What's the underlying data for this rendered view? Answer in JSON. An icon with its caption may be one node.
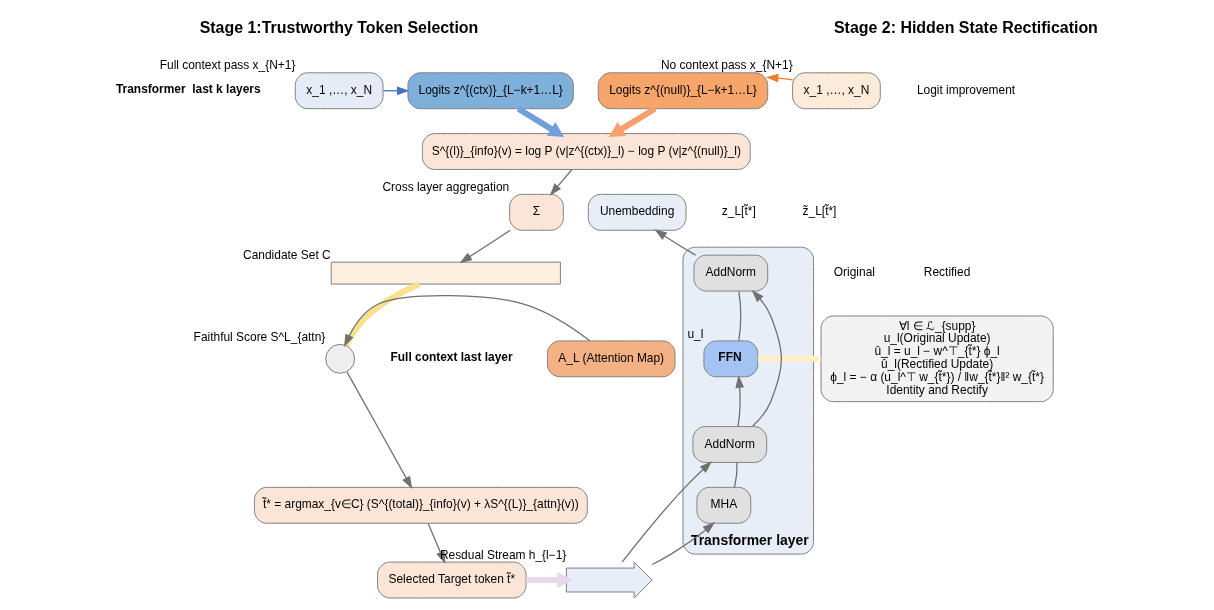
{
  "diagram": {
    "nodes": [
      {
        "text": [
          "x_1 ,…, x_N"
        ],
        "beside": [
          "Full context pass x_{N+1}"
        ]
      },
      {
        "text": [
          "Logits z^{(ctx)}_{L−k+1…L}"
        ]
      },
      {
        "text": [
          "Logits z^{(null)}_{L−k+1…L}"
        ]
      },
      {
        "text": [
          "x_1 ,…, x_N"
        ],
        "beside": [
          "No context pass x_{N+1}"
        ]
      },
      {
        "text": [
          "S^{(l)}_{info}(v) = log P (v|z^{(ctx)}_l) − log P (v|z^{(null)}_l)"
        ]
      },
      {
        "text": [
          "Σ"
        ],
        "beside": [
          "Cross layer aggregation"
        ]
      },
      {
        "text": [],
        "shape": "bar",
        "beside": [
          "Candidate Set C"
        ]
      },
      {
        "text": [
          "A_L (Attention Map)"
        ]
      },
      {
        "text": [],
        "shape": "circle",
        "beside": [
          "Faithful Score S^L_{attn}"
        ]
      },
      {
        "text": [
          "t̃* = argmax_{v∈C} (S^{(total)}_{info}(v) + λS^{(L)}_{attn}(v))"
        ]
      },
      {
        "text": [
          "Selected Target token t̃*"
        ]
      },
      {
        "text": [
          "Transformer layer"
        ]
      },
      {
        "text": [
          "Unembedding"
        ]
      },
      {
        "text": [
          "AddNorm"
        ],
        "in": 11
      },
      {
        "text": [
          "FFN"
        ],
        "in": 11,
        "beside": [
          "u_l"
        ]
      },
      {
        "text": [
          "AddNorm"
        ],
        "in": 11
      },
      {
        "text": [
          "MHA"
        ],
        "in": 11
      },
      {
        "text": [],
        "shape": "arrow",
        "beside": [
          "Resdual Stream h_{l−1}"
        ]
      },
      {
        "text": [
          "∀l ∈ ℒ_{supp}",
          "u_l(Original Update)",
          "û_l = u_l − w^⊤_{t̃*} ϕ_l",
          "û_l(Rectified Update)",
          "ϕ_l = − α (u_l^⊤ w_{t̃*}) / ‖w_{t̃*}‖² w_{t̃*}",
          "Identity and Rectify"
        ]
      }
    ],
    "edges": [
      {
        "from": 0,
        "to": 1,
        "arrow": "to",
        "color": "#4472c4"
      },
      {
        "from": 3,
        "to": 2,
        "arrow": "to",
        "color": "#ed7d31"
      },
      {
        "from": 1,
        "to": 4,
        "arrow": "to",
        "style": "thick",
        "color": "#6fa0dc"
      },
      {
        "from": 2,
        "to": 4,
        "arrow": "to",
        "style": "thick",
        "color": "#f4a070"
      },
      {
        "from": 4,
        "to": 5,
        "arrow": "to"
      },
      {
        "from": 5,
        "to": 6,
        "arrow": "to"
      },
      {
        "from": 6,
        "to": 8,
        "arrow": "none",
        "style": "thick",
        "color": "#f8e08e"
      },
      {
        "from": 7,
        "to": 8,
        "arrow": "to"
      },
      {
        "from": 8,
        "to": 9,
        "arrow": "to"
      },
      {
        "from": 9,
        "to": 10,
        "arrow": "to"
      },
      {
        "from": 10,
        "to": 17,
        "arrow": "to",
        "style": "thick",
        "color": "#e8d8ec"
      },
      {
        "from": 17,
        "to": 16,
        "arrow": "to"
      },
      {
        "from": 17,
        "to": 15,
        "arrow": "to"
      },
      {
        "from": 16,
        "to": 15,
        "arrow": "none"
      },
      {
        "from": 15,
        "to": 14,
        "arrow": "to"
      },
      {
        "from": 15,
        "to": 13,
        "arrow": "to"
      },
      {
        "from": 14,
        "to": 13,
        "arrow": "none"
      },
      {
        "from": 13,
        "to": 12,
        "arrow": "to"
      },
      {
        "from": 14,
        "to": 18,
        "arrow": "none",
        "style": "thick",
        "color": "#fdf0c8"
      }
    ],
    "labels": [
      "Stage 1:Trustworthy Token Selection",
      "Stage 2: Hidden State Rectification",
      "Logit improvement",
      "z_L[t̃*]",
      "z̃_L[t̃*]",
      "Original",
      "Rectified",
      "Transformer  last k layers",
      "Full context last layer"
    ]
  }
}
